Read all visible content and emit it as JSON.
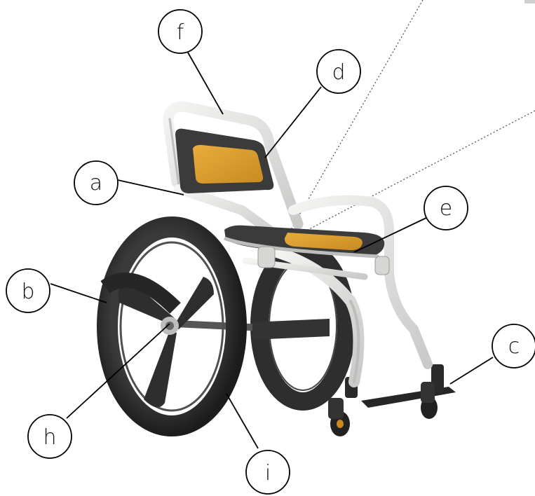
{
  "diagram": {
    "subject": "wheelchair-illustration",
    "colors": {
      "tire": "#2b2b2b",
      "hub": "#3a3a3a",
      "frame": "#e4e4e2",
      "frame_shade": "#bdbdbb",
      "upholstery": "#3b3b3b",
      "mesh": "#d99a2b",
      "footplate": "#262626"
    },
    "labels": [
      {
        "id": "a",
        "text": "a"
      },
      {
        "id": "b",
        "text": "b"
      },
      {
        "id": "c",
        "text": "c"
      },
      {
        "id": "d",
        "text": "d"
      },
      {
        "id": "e",
        "text": "e"
      },
      {
        "id": "f",
        "text": "f"
      },
      {
        "id": "h",
        "text": "h"
      },
      {
        "id": "i",
        "text": "i"
      }
    ]
  }
}
